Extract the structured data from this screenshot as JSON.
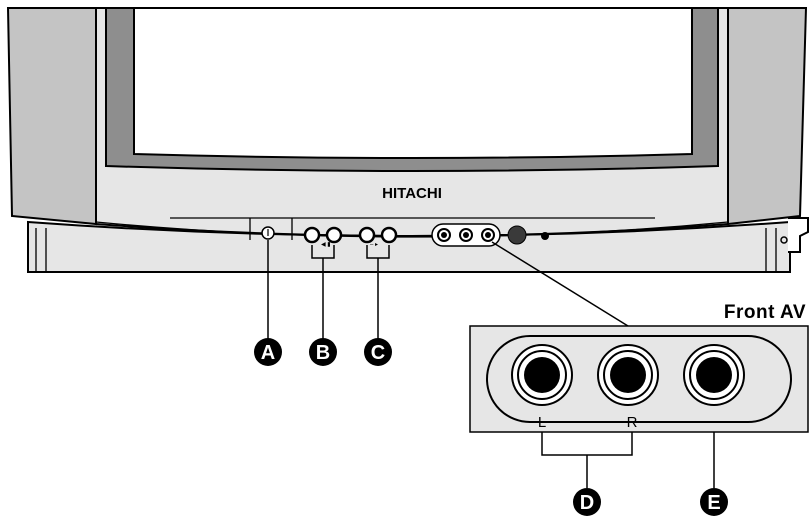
{
  "brand": "HITACHI",
  "callouts": {
    "A": "A",
    "B": "B",
    "C": "C",
    "D": "D",
    "E": "E"
  },
  "front_av": {
    "title": "Front AV",
    "left_label": "L",
    "right_label": "R"
  },
  "colors": {
    "outline": "#000000",
    "panel": "#e6e6e6",
    "side": "#c4c4c4",
    "bezel": "#8e8e8e",
    "screen": "#ffffff",
    "badge": "#000000"
  }
}
